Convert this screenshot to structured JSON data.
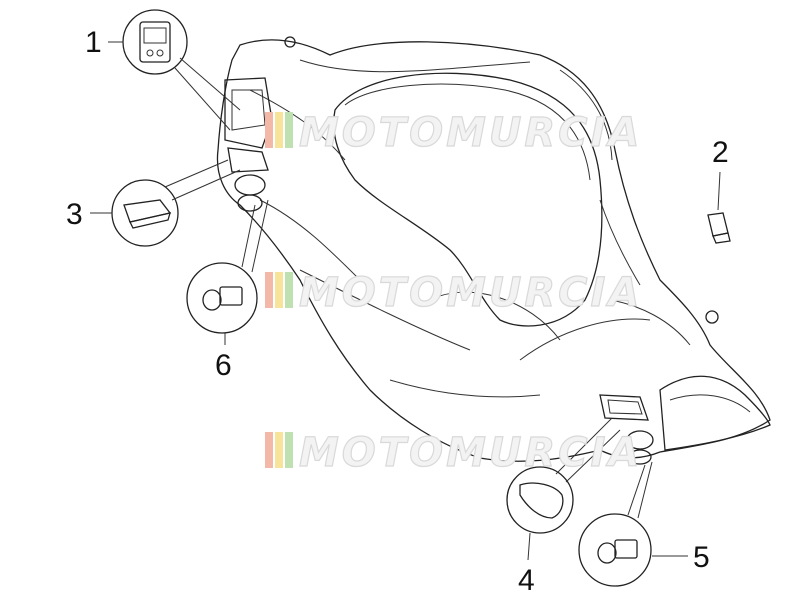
{
  "callouts": {
    "c1": "1",
    "c2": "2",
    "c3": "3",
    "c4": "4",
    "c5": "5",
    "c6": "6"
  },
  "watermark": {
    "text": "MOTOMURCIA",
    "stripe_colors": [
      "#f4b8a8",
      "#f7e39a",
      "#bfe0b0"
    ]
  },
  "colors": {
    "body_fill": "#f4f4f4",
    "line": "#222222",
    "part_fill": "#e6e6e6"
  }
}
